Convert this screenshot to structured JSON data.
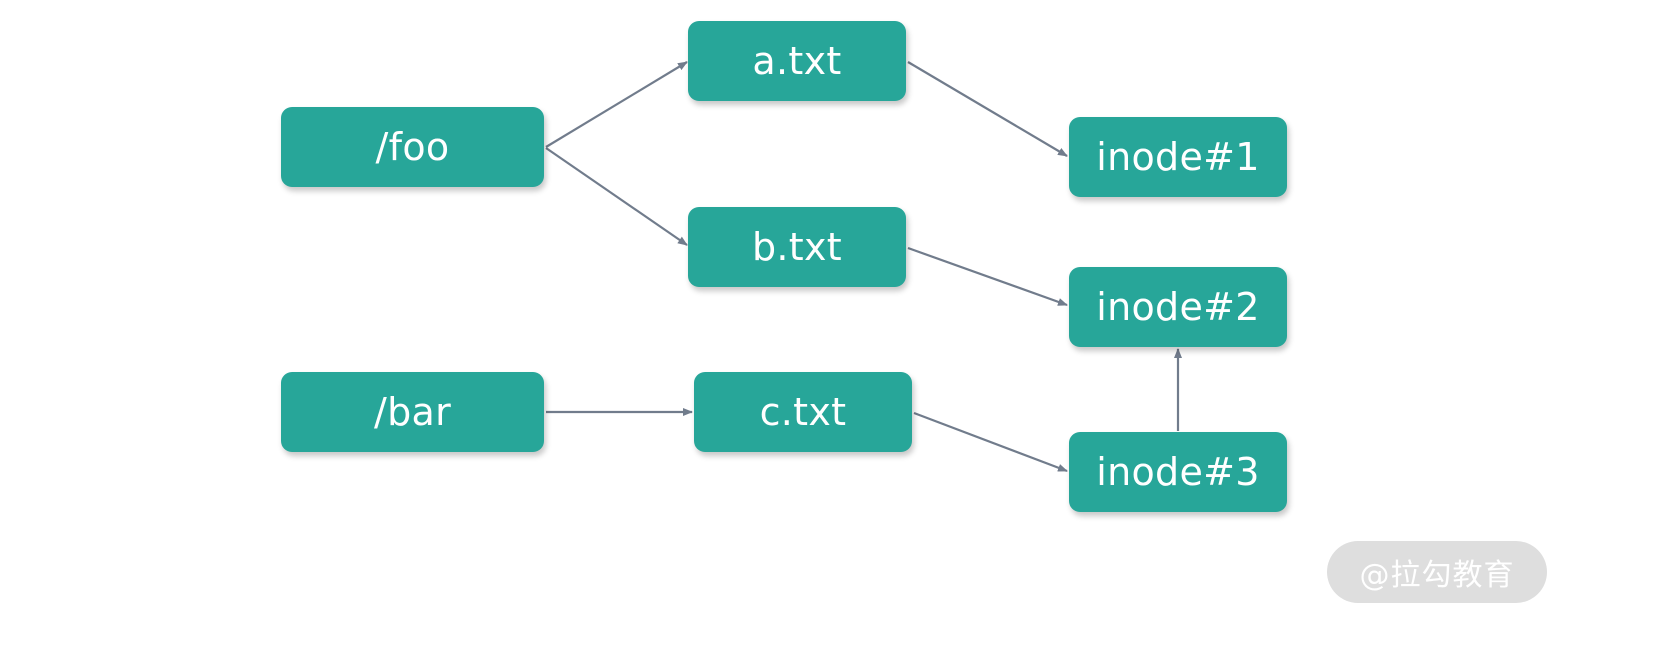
{
  "nodes": {
    "foo": "/foo",
    "bar": "/bar",
    "a_txt": "a.txt",
    "b_txt": "b.txt",
    "c_txt": "c.txt",
    "inode1": "inode#1",
    "inode2": "inode#2",
    "inode3": "inode#3"
  },
  "edges": [
    {
      "from": "/foo",
      "to": "a.txt"
    },
    {
      "from": "/foo",
      "to": "b.txt"
    },
    {
      "from": "a.txt",
      "to": "inode#1"
    },
    {
      "from": "b.txt",
      "to": "inode#2"
    },
    {
      "from": "/bar",
      "to": "c.txt"
    },
    {
      "from": "c.txt",
      "to": "inode#3"
    },
    {
      "from": "inode#3",
      "to": "inode#2"
    }
  ],
  "watermark": "@拉勾教育",
  "colors": {
    "node_fill": "#27a699",
    "node_text": "#ffffff",
    "edge": "#717c8c",
    "watermark_bg": "#dedede"
  }
}
